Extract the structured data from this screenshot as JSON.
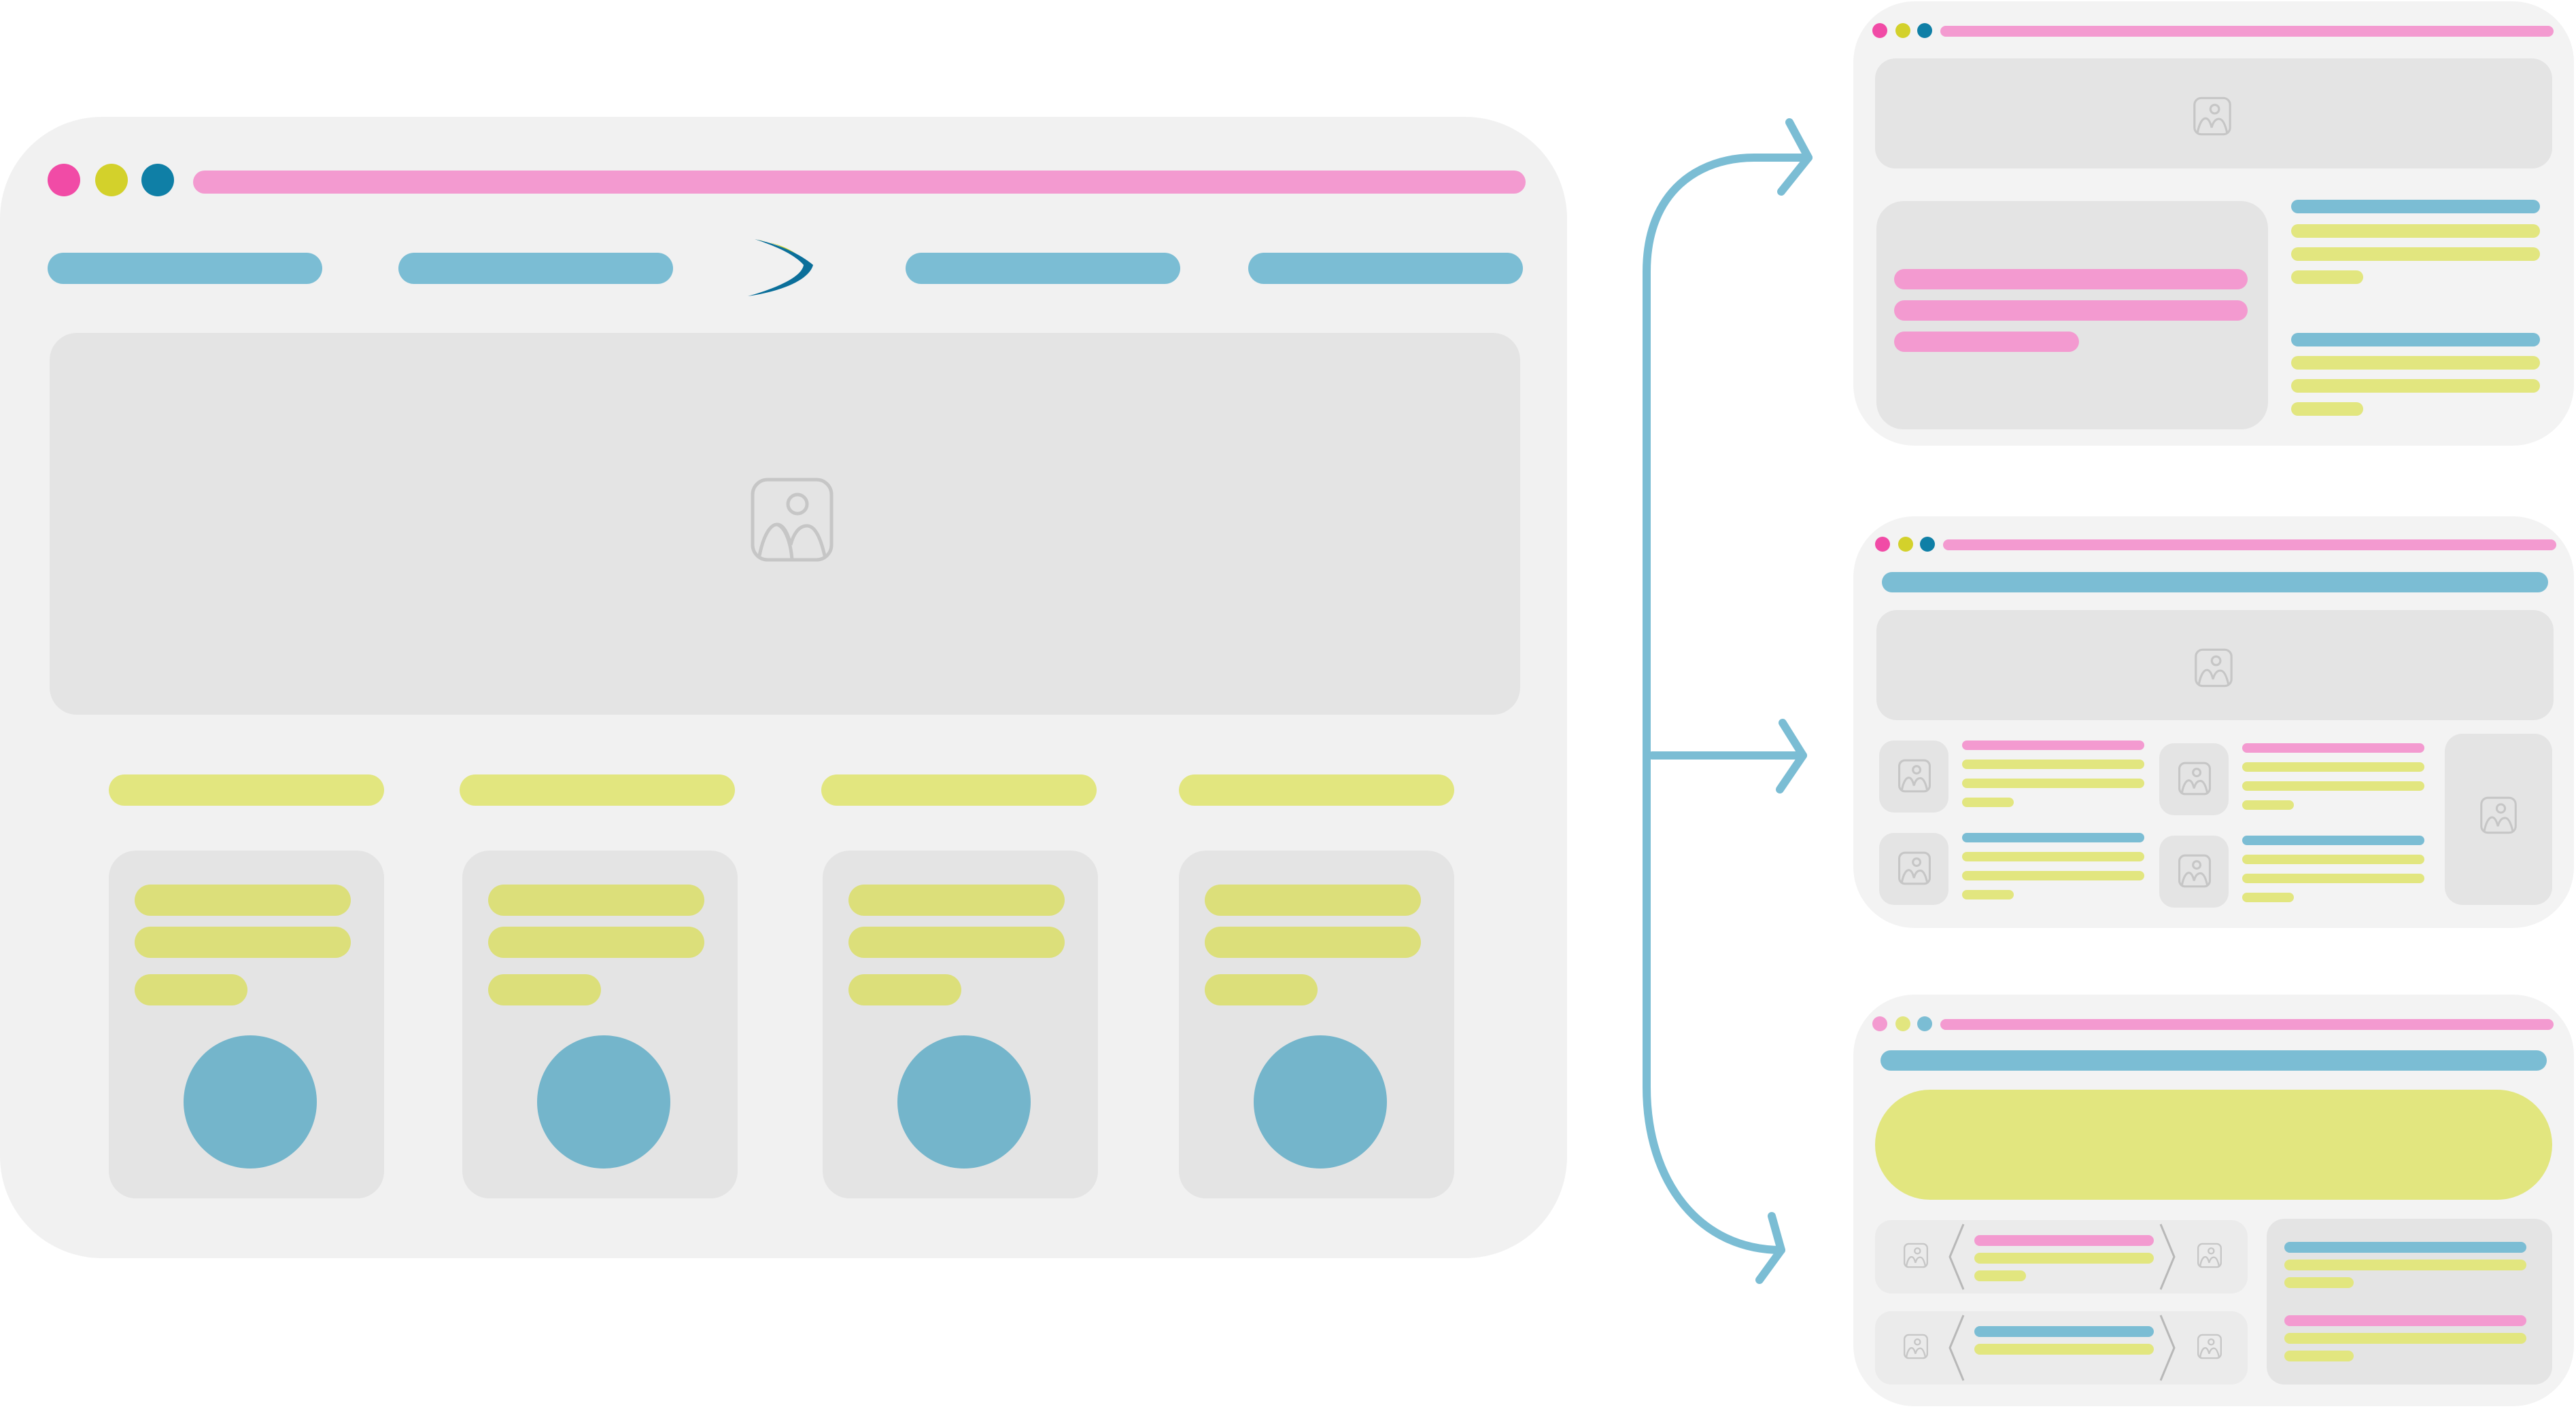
{
  "colors": {
    "dot_pink": "#f14ba6",
    "dot_yellow": "#d3d12b",
    "dot_blue": "#0f7fa6",
    "bar_pink": "#f39ad0",
    "bar_blue": "#7bbdd4",
    "bar_yellow": "#e2e67f",
    "window_bg": "#f1f1f1",
    "panel_bg": "#e4e4e4",
    "card_circle": "#74b5cb",
    "arrow": "#7bbdd4",
    "logo_yellow": "#cfd31c",
    "logo_blue": "#0b6f9a"
  },
  "icons": {
    "image_placeholder": "image-placeholder-icon",
    "logo": "chevron-logo-icon",
    "arrow_left": "chevron-left-icon",
    "arrow_right": "chevron-right-icon"
  },
  "main_window": {
    "nav_items": 4,
    "cards": 4
  },
  "variants": [
    {
      "layout": "hero-with-text-columns"
    },
    {
      "layout": "hero-with-thumbnail-grid"
    },
    {
      "layout": "banner-with-carousel-rows"
    }
  ]
}
